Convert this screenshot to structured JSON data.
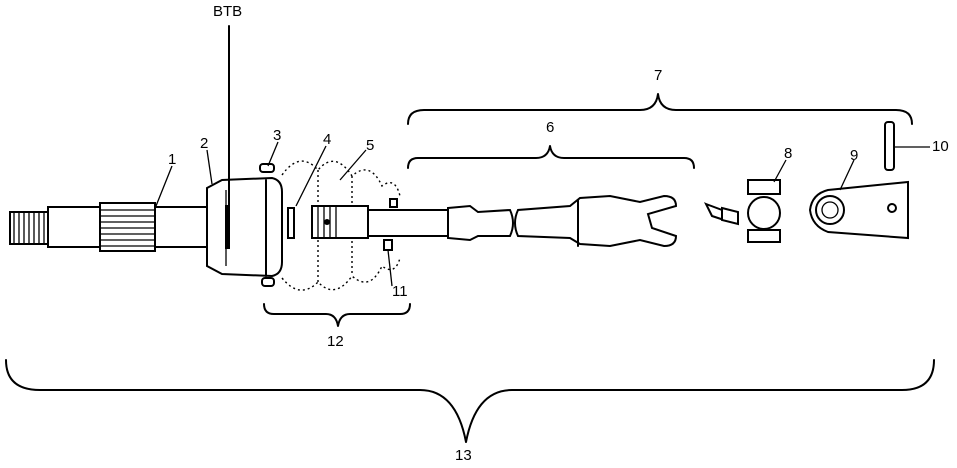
{
  "diagram": {
    "labels": {
      "btb": "BTB",
      "p1": "1",
      "p2": "2",
      "p3": "3",
      "p4": "4",
      "p5": "5",
      "p6": "6",
      "p7": "7",
      "p8": "8",
      "p9": "9",
      "p10": "10",
      "p11": "11",
      "p12": "12",
      "p13": "13"
    }
  }
}
